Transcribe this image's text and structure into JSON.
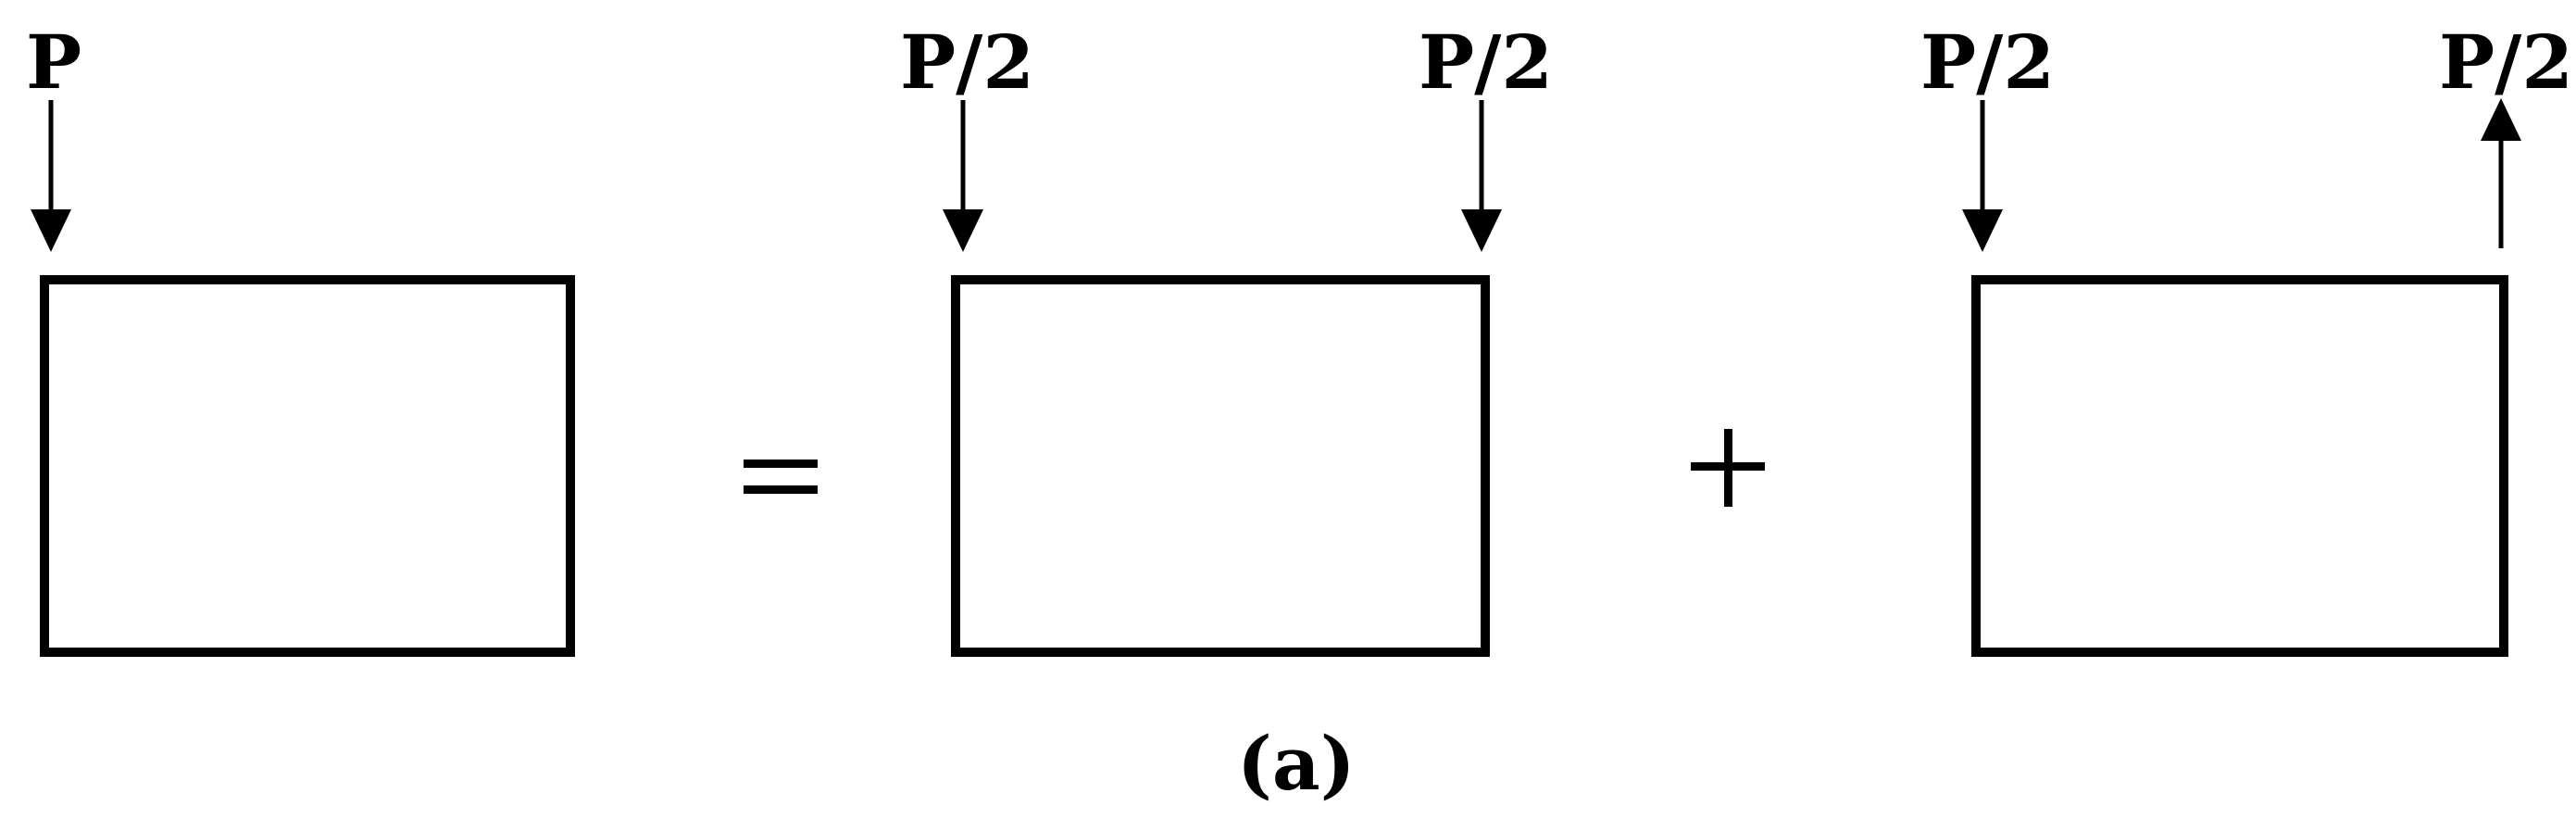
{
  "figure": {
    "caption": "(a)",
    "operators": {
      "equals": "=",
      "plus": "+"
    },
    "panels": [
      {
        "id": "total-load",
        "loads": [
          {
            "label": "P",
            "direction": "down",
            "position": "left"
          }
        ]
      },
      {
        "id": "symmetric-load",
        "loads": [
          {
            "label": "P/2",
            "direction": "down",
            "position": "left"
          },
          {
            "label": "P/2",
            "direction": "down",
            "position": "right"
          }
        ]
      },
      {
        "id": "antisymmetric-load",
        "loads": [
          {
            "label": "P/2",
            "direction": "down",
            "position": "left"
          },
          {
            "label": "P/2",
            "direction": "up",
            "position": "right"
          }
        ]
      }
    ]
  }
}
